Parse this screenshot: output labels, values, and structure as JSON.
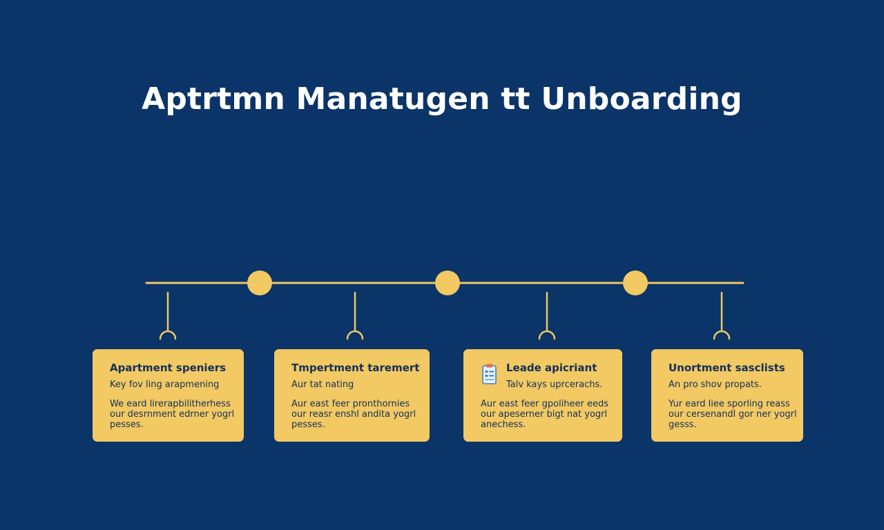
{
  "diagram": {
    "title": "Aptrtmn Manatugen tt Unboarding",
    "icons": {
      "step_3": "document-checklist-icon"
    },
    "colors": {
      "background": "#0b3468",
      "accent": "#f2c962",
      "card_text": "#12305c",
      "title_text": "#ffffff"
    },
    "steps": [
      {
        "title": "Apartment speniers",
        "subtitle": "Key fov ling arapmening",
        "body": [
          "We eard lirerapbilitherhess",
          "our desrnment edrner yogrl",
          "pesses."
        ]
      },
      {
        "title": "Tmpertment taremert",
        "subtitle": "Aur tat nating",
        "body": [
          "Aur east feer pronthornies",
          "our reasr enshl andita yogrl",
          "pesses."
        ]
      },
      {
        "title": "Leade apicriant",
        "subtitle": "Talv kays uprcerachs.",
        "body": [
          "Aur east feer gpoliheer eeds",
          "our apeserner bigt nat yogrl",
          "anechess."
        ]
      },
      {
        "title": "Unortment sasclists",
        "subtitle": "An pro shov propats.",
        "body": [
          "Yur eard liee sporling reass",
          "our cersenandl gor ner yogrl",
          "gesss."
        ]
      }
    ]
  }
}
